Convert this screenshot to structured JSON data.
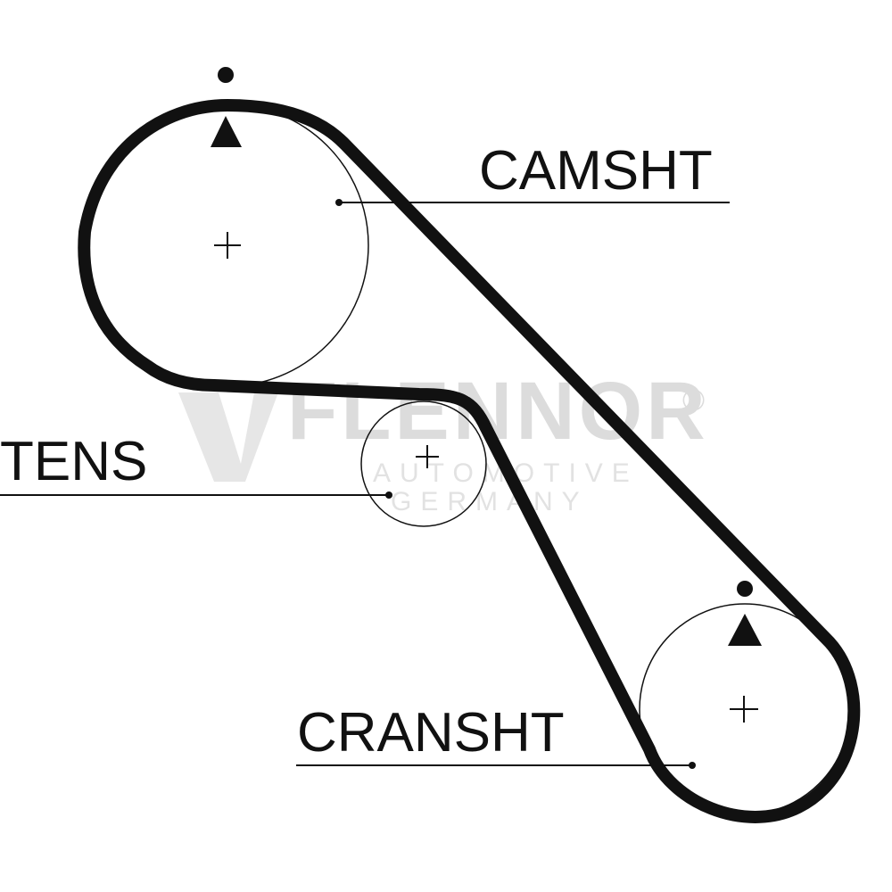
{
  "labels": {
    "camshaft": "CAMSHT",
    "tensioner": "TENS",
    "crankshaft": "CRANSHT"
  },
  "watermark": {
    "brand": "FLENNOR",
    "registered": "®",
    "line1": "AUTOMOTIVE",
    "line2": "GERMANY"
  },
  "colors": {
    "belt": "#111111",
    "line": "#111111",
    "watermark": "#dcdcdc"
  }
}
